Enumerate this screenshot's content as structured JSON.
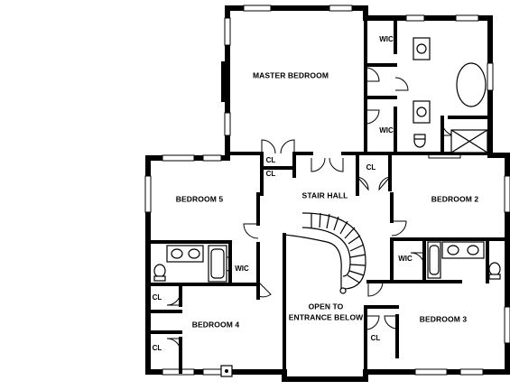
{
  "rooms": {
    "master_bedroom": "MASTER BEDROOM",
    "wic_upper": "WIC",
    "wic_lower": "WIC",
    "cl_center_left": "CL",
    "cl_center_left_lower": "CL",
    "cl_center_right": "CL",
    "bedroom5": "BEDROOM 5",
    "stair_hall": "STAIR HALL",
    "bedroom2": "BEDROOM 2",
    "wic_bed5": "WIC",
    "wic_bed2": "WIC",
    "cl_bed4_upper": "CL",
    "cl_bed4_lower": "CL",
    "bedroom4": "BEDROOM 4",
    "open_line1": "OPEN TO",
    "open_line2": "ENTRANCE BELOW",
    "cl_bed3": "CL",
    "bedroom3": "BEDROOM 3"
  }
}
